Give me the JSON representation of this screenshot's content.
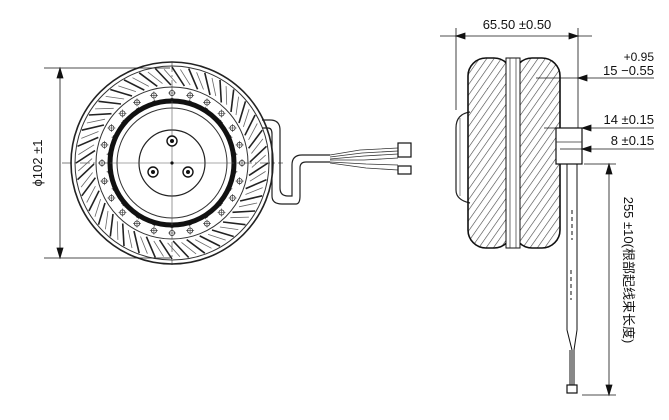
{
  "dimensions": {
    "diameter": "ϕ102 ±1",
    "width": "65.50 ±0.50",
    "tol_upper": "+0.95",
    "offset_15": "15 −0.55",
    "offset_14": "14 ±0.15",
    "offset_8": "8 ±0.15",
    "cable_length": "255 ±10(根部起线束长度)"
  }
}
